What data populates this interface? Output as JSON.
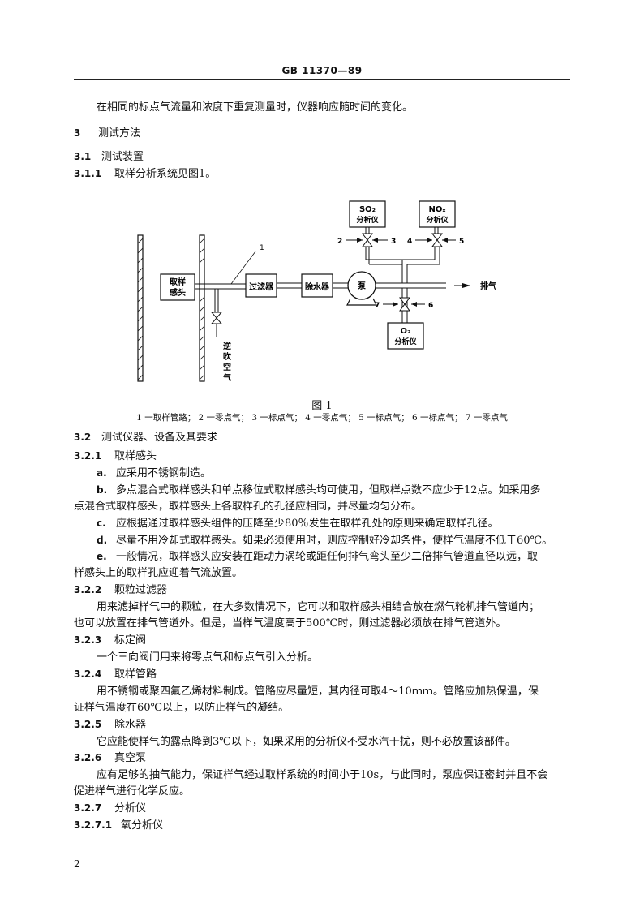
{
  "header": {
    "doc_code": "GB 11370—89"
  },
  "intro_line": "在相同的标点气流量和浓度下重复测量时，仪器响应随时间的变化。",
  "sec3": {
    "num": "3",
    "title": "测试方法"
  },
  "sec3_1": {
    "num": "3.1",
    "title": "测试装置"
  },
  "sec3_1_1": {
    "num": "3.1.1",
    "text": "取样分析系统见图1。"
  },
  "figure": {
    "labels": {
      "probe_l1": "取样",
      "probe_l2": "感头",
      "filter": "过滤器",
      "dewater": "除水器",
      "pump": "泵",
      "so2": "SO₂",
      "so2_sub": "分析仪",
      "nox": "NOₓ",
      "nox_sub": "分析仪",
      "o2": "O₂",
      "o2_sub": "分析仪",
      "exhaust": "排气",
      "backflow": [
        "逆",
        "吹",
        "空",
        "气"
      ],
      "n1": "1",
      "n2": "2",
      "n3": "3",
      "n4": "4",
      "n5": "5",
      "n6": "6",
      "n7": "7"
    },
    "title": "图 1",
    "caption": "1 一取样管路； 2 一零点气； 3 一标点气； 4 一零点气； 5 一标点气； 6 一标点气； 7 一零点气"
  },
  "sec3_2": {
    "num": "3.2",
    "title": "测试仪器、设备及其要求"
  },
  "sec3_2_1": {
    "num": "3.2.1",
    "title": "取样感头",
    "a": {
      "label": "a.",
      "text": "应采用不锈钢制造。"
    },
    "b": {
      "label": "b.",
      "text1": "多点混合式取样感头和单点移位式取样感头均可使用，但取样点数不应少于12点。如采用多",
      "text2": "点混合式取样感头，取样感头上各取样孔的孔径应相同，并尽量均匀分布。"
    },
    "c": {
      "label": "c.",
      "text": "应根据通过取样感头组件的压降至少80％发生在取样孔处的原则来确定取样孔径。"
    },
    "d": {
      "label": "d.",
      "text": "尽量不用冷却式取样感头。如果必须使用时，则应控制好冷却条件，使样气温度不低于60℃。"
    },
    "e": {
      "label": "e.",
      "text1": "一般情况，取样感头应安装在距动力涡轮或距任何排气弯头至少二倍排气管道直径以远，取",
      "text2": "样感头上的取样孔应迎着气流放置。"
    }
  },
  "sec3_2_2": {
    "num": "3.2.2",
    "title": "颗粒过滤器",
    "text1": "用来滤掉样气中的颗粒，在大多数情况下，它可以和取样感头相结合放在燃气轮机排气管道内；",
    "text2": "也可以放置在排气管道外。但是，当样气温度高于500℃时，则过滤器必须放在排气管道外。"
  },
  "sec3_2_3": {
    "num": "3.2.3",
    "title": "标定阀",
    "text": "一个三向阀门用来将零点气和标点气引入分析。"
  },
  "sec3_2_4": {
    "num": "3.2.4",
    "title": "取样管路",
    "text1": "用不锈钢或聚四氟乙烯材料制成。管路应尽量短，其内径可取4～10ｍｍ。管路应加热保温，保",
    "text2": "证样气温度在60℃以上，以防止样气的凝结。"
  },
  "sec3_2_5": {
    "num": "3.2.5",
    "title": "除水器",
    "text": "它应能使样气的露点降到3℃以下，如果采用的分析仪不受水汽干扰，则不必放置该部件。"
  },
  "sec3_2_6": {
    "num": "3.2.6",
    "title": "真空泵",
    "text1": "应有足够的抽气能力，保证样气经过取样系统的时间小于10s，与此同时，泵应保证密封并且不会",
    "text2": "促进样气进行化学反应。"
  },
  "sec3_2_7": {
    "num": "3.2.7",
    "title": "分析仪"
  },
  "sec3_2_7_1": {
    "num": "3.2.7.1",
    "title": "氧分析仪"
  },
  "page_number": "2"
}
